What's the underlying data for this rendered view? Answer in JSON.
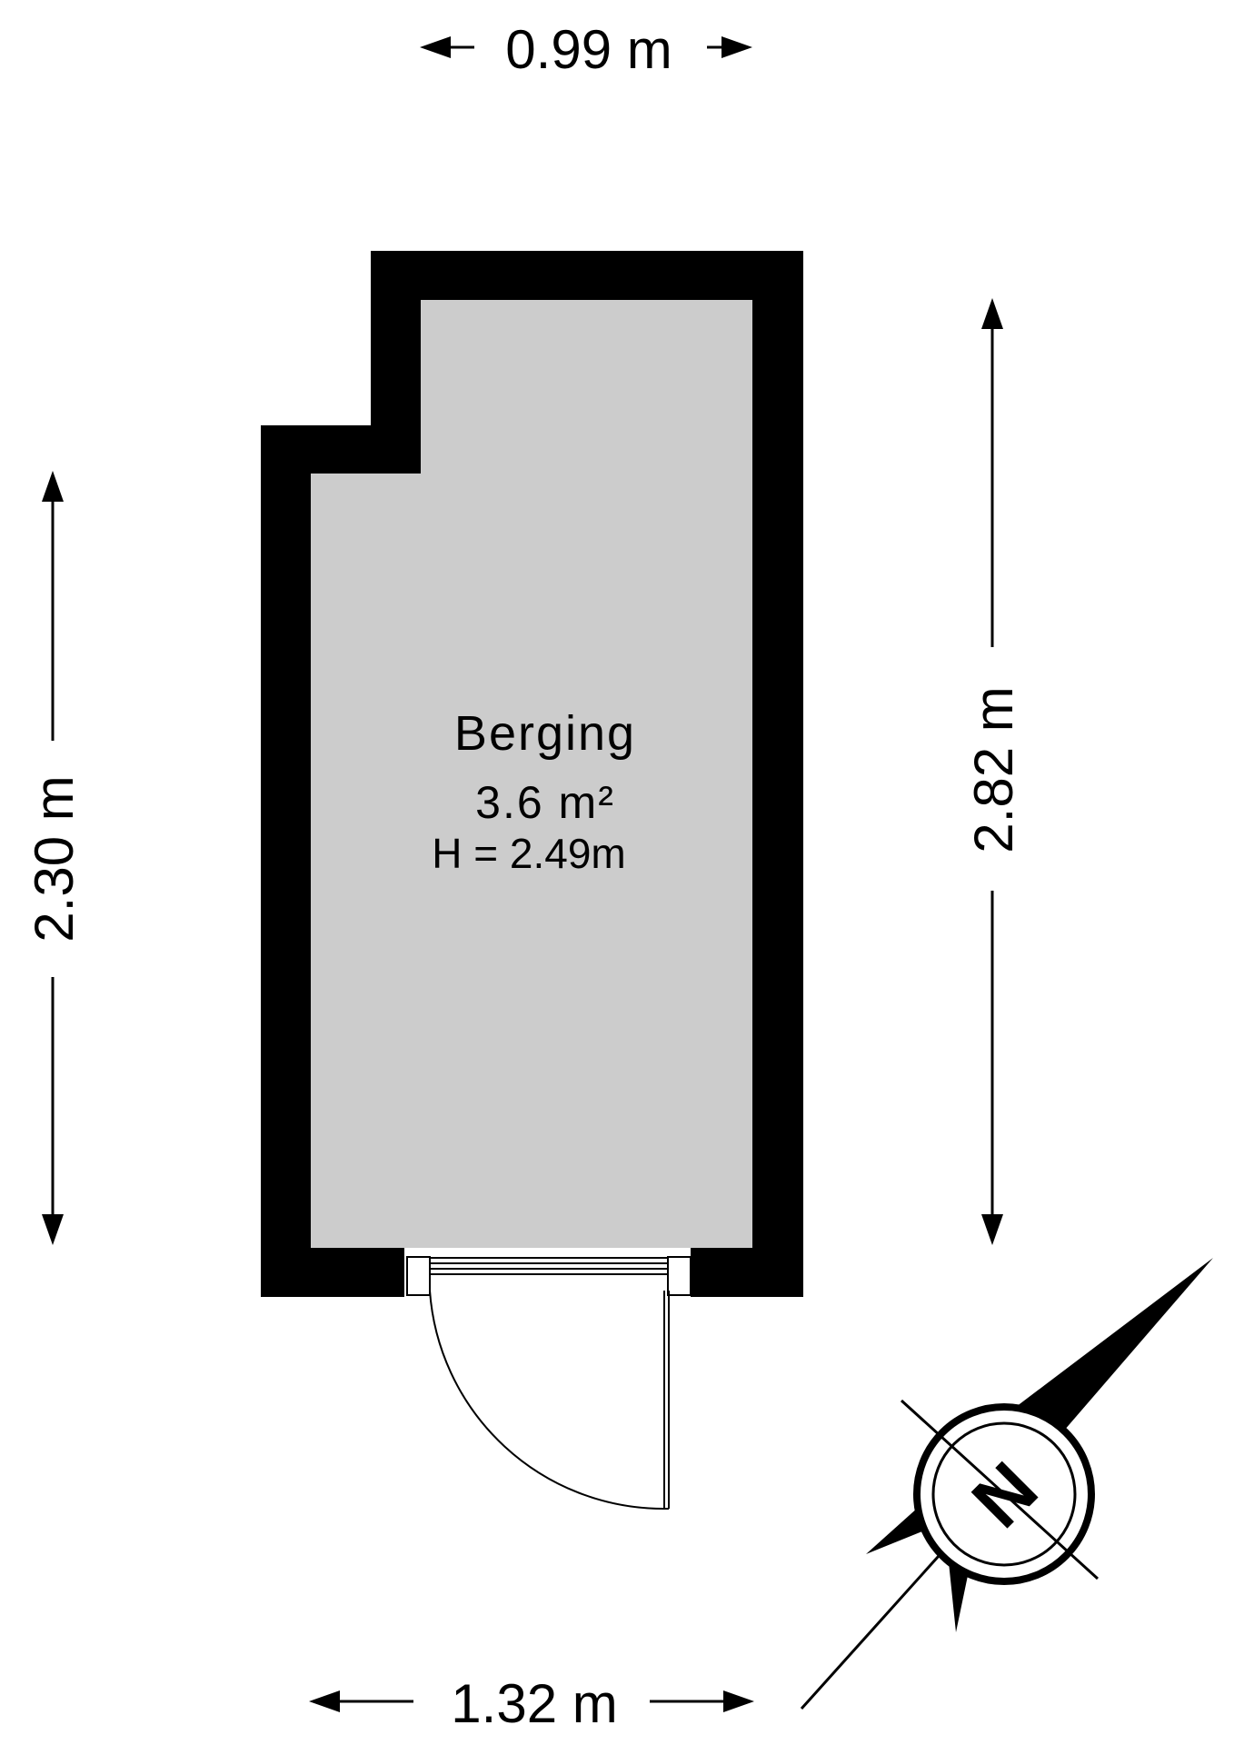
{
  "room": {
    "name": "Berging",
    "area": "3.6 m²",
    "height": "H = 2.49m"
  },
  "dimensions": {
    "top": "0.99 m",
    "bottom": "1.32 m",
    "left": "2.30 m",
    "right": "2.82 m"
  },
  "compass": {
    "north_label": "N"
  },
  "colors": {
    "wall": "#000000",
    "floor": "#cccccc",
    "background": "#ffffff"
  }
}
